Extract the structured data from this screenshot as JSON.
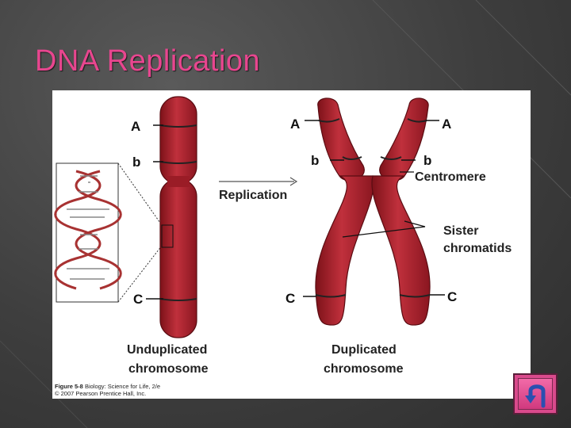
{
  "slide": {
    "title": "DNA Replication"
  },
  "diagram": {
    "labels": {
      "a_left": "A",
      "b_left": "b",
      "c_left": "C",
      "replication": "Replication",
      "a_dup_left": "A",
      "a_dup_right": "A",
      "b_dup_left": "b",
      "b_dup_right": "b",
      "centromere": "Centromere",
      "sister_1": "Sister",
      "sister_2": "chromatids",
      "c_dup_left": "C",
      "c_dup_right": "C",
      "unduplicated_1": "Unduplicated",
      "unduplicated_2": "chromosome",
      "duplicated_1": "Duplicated",
      "duplicated_2": "chromosome"
    },
    "credit": {
      "figure": "Figure 5-8",
      "book": "Biology: Science for Life, 2/e",
      "copyright": "© 2007 Pearson Prentice Hall, Inc."
    }
  },
  "colors": {
    "title": "#e8468f",
    "chromosome": "#b0222e",
    "chromosome_dark": "#7d1219",
    "dna_helix": "#a83232",
    "button": "#d94a8c"
  },
  "icons": {
    "return": "u-turn-arrow-icon"
  }
}
